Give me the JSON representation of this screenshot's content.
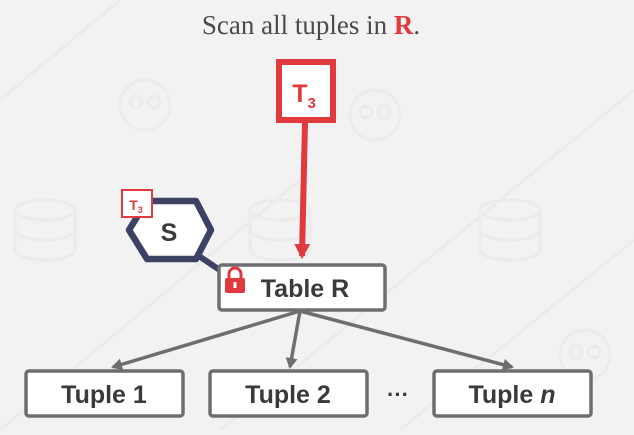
{
  "caption": {
    "prefix": "Scan all tuples in ",
    "table": "R",
    "suffix": "."
  },
  "txn": {
    "letter": "T",
    "subscript": "3"
  },
  "lock": {
    "mode": "S",
    "holder_letter": "T",
    "holder_subscript": "3"
  },
  "table_node": {
    "label": "Table R"
  },
  "tuples": [
    {
      "prefix": "Tuple ",
      "suffix": "1"
    },
    {
      "prefix": "Tuple ",
      "suffix": "2"
    },
    {
      "prefix": "Tuple ",
      "suffix": "n"
    }
  ],
  "ellipsis": "···",
  "colors": {
    "accent_red": "#e03a3e",
    "lock_navy": "#3d4163",
    "node_gray": "#6e6e6e",
    "text_dark": "#3a3a3a",
    "background": "#f2f2f2"
  },
  "icons": {
    "lock": "padlock-icon",
    "background_pattern": "database-skull-watermark"
  }
}
